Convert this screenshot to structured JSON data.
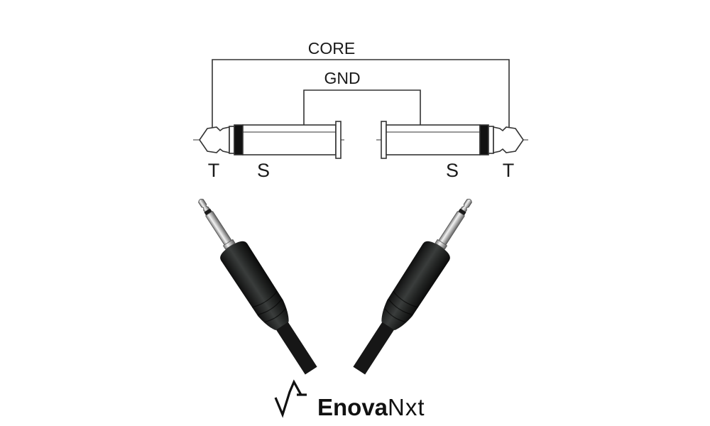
{
  "wiring": {
    "core_label": "CORE",
    "gnd_label": "GND"
  },
  "left_plug": {
    "tip_label": "T",
    "sleeve_label": "S"
  },
  "right_plug": {
    "tip_label": "T",
    "sleeve_label": "S"
  },
  "brand": {
    "name_bold": "Enova",
    "name_light": "Nxt",
    "logo_icon": "enova-logo-icon"
  },
  "colors": {
    "line": "#333333",
    "cable": "#1c1c1c",
    "metal": "#c9c9c9",
    "background": "#ffffff"
  }
}
